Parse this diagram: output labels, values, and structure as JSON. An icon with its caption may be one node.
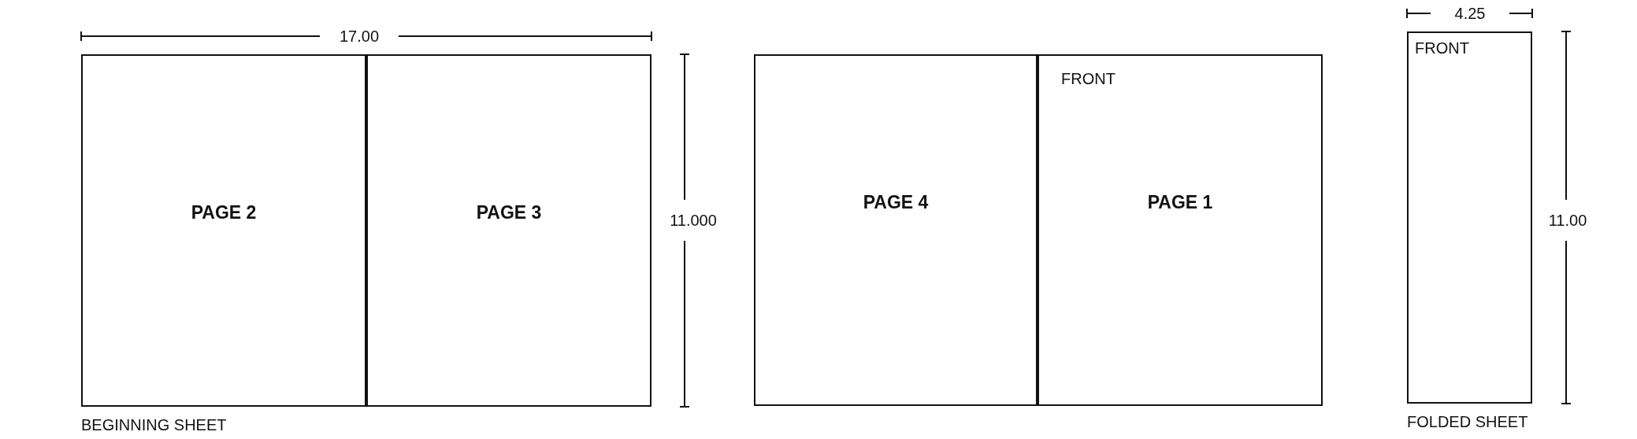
{
  "diagram": {
    "nodes": [
      {
        "text": [],
        "shape": "box",
        "beside": [
          "BEGINNING SHEET"
        ]
      },
      {
        "text": [
          "PAGE 2"
        ],
        "in": 0
      },
      {
        "text": [
          "PAGE 3"
        ],
        "in": 0
      },
      {
        "text": [],
        "shape": "box"
      },
      {
        "text": [
          "PAGE 4"
        ],
        "in": 3
      },
      {
        "text": [
          "FRONT",
          "PAGE 1"
        ],
        "in": 3
      },
      {
        "text": [
          "FRONT"
        ],
        "beside": [
          "FOLDED SHEET"
        ]
      }
    ],
    "edges": [],
    "labels": [
      "17.00",
      "11.000",
      "4.25",
      "11.00"
    ]
  }
}
